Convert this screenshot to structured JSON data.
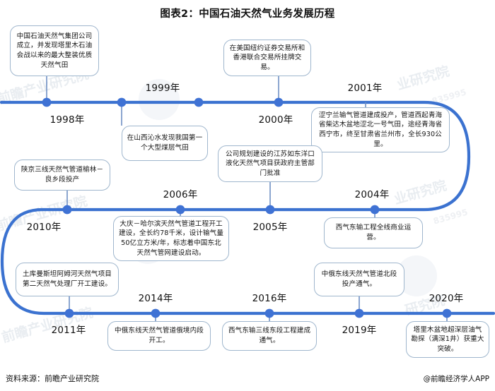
{
  "title": "图表2：中国石油天然气业务发展历程",
  "theme": {
    "line_color": "#3b72d0",
    "dot_color": "#3f72d4",
    "bubble_border": "#9fb6cd",
    "bubble_fill": "#ffffff",
    "text_color": "#161616",
    "background": "#ffffff"
  },
  "footer": {
    "source": "资料来源：前瞻产业研究院",
    "credit": "@前瞻经济学人APP"
  },
  "watermarks": {
    "brand": "前瞻产业研究院",
    "brand_short": "前瞻产业",
    "code": "835995"
  },
  "timeline": {
    "rows": [
      {
        "row": 1,
        "events": [
          {
            "year": "1998年",
            "text": "中国石油天然气集团公司成立，并发现塔里木石油会战以来的最大整装优质天然气田",
            "bubble_position": "above"
          },
          {
            "year": "1999年",
            "text": "在山西沁水发现我国第一个大型煤层气田",
            "bubble_position": "below"
          },
          {
            "year": "2000年",
            "text": "在美国纽约证券交易所和香港联合交易所挂牌交易。",
            "bubble_position": "above"
          },
          {
            "year": "2001年",
            "text": "涩宁兰输气管道建成投产，管道西起青海省柴达木盆地涩北一号气田，途经青海省西宁市，终至甘肃省兰州市，全长930公里。",
            "bubble_position": "below"
          }
        ]
      },
      {
        "row": 2,
        "events": [
          {
            "year": "2010年",
            "text": "陕京三线天然气管道榆林－良乡段投产",
            "bubble_position": "above"
          },
          {
            "year": "2006年",
            "text": "大庆－哈尔滨天然气管道工程开工建设，全长约78千米，设计输气量50亿立方米/年，标志着中国东北天然气管网建设启动。",
            "bubble_position": "below"
          },
          {
            "year": "2005年",
            "text": "公司规划建设的江苏如东洋口液化天然气项目获政府主管部门批准",
            "bubble_position": "above"
          },
          {
            "year": "2004年",
            "text": "西气东输工程全线商业运营。",
            "bubble_position": "below"
          }
        ]
      },
      {
        "row": 3,
        "events": [
          {
            "year": "2011年",
            "text": "土库曼斯坦阿姆河天然气项目第二天然气处理厂开工建设。",
            "bubble_position": "above"
          },
          {
            "year": "2014年",
            "text": "中俄东线天然气管道俄境内段开工。",
            "bubble_position": "below"
          },
          {
            "year": "2016年",
            "text": "西气东输三线东段工程建成通气。",
            "bubble_position": "below"
          },
          {
            "year": "2019年",
            "text": "中俄东线天然气管道北段投产通气。",
            "bubble_position": "above"
          },
          {
            "year": "2020年",
            "text": "塔里木盆地超深层油气勘探（满深1井）获重大突破。",
            "bubble_position": "below"
          }
        ]
      }
    ]
  }
}
